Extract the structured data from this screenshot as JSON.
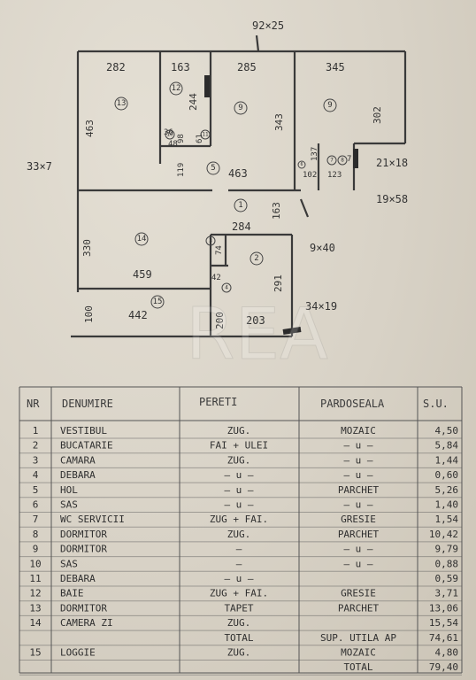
{
  "plan": {
    "dims": {
      "top_label": "92×25",
      "r13_w": "282",
      "r12_w": "163",
      "r9a_w": "285",
      "r9b_w": "345",
      "r13_h": "463",
      "r12_h": "244",
      "r9a_h": "343",
      "r9b_h": "302",
      "c36": "36",
      "c48": "48",
      "c98": "98",
      "c61": "61",
      "c119": "119",
      "c463": "463",
      "c137": "137",
      "c102": "102",
      "c123": "123",
      "c7": "7",
      "c21x18": "21×18",
      "c19x58": "19×58",
      "c33x7": "33×7",
      "c163": "163",
      "c284": "284",
      "c9x40": "9×40",
      "r14_h": "330",
      "r14_w": "459",
      "c74": "74",
      "c42": "42",
      "c291": "291",
      "c200": "200",
      "c203": "203",
      "r15_h": "100",
      "r15_w": "442",
      "c34x19": "34×19"
    },
    "rooms": [
      "13",
      "12",
      "9",
      "9",
      "10",
      "11",
      "5",
      "6",
      "7",
      "8",
      "1",
      "14",
      "2",
      "3",
      "4",
      "15"
    ]
  },
  "table": {
    "headers": {
      "nr": "NR",
      "name": "DENUMIRE",
      "walls": "PERETI",
      "floor": "PARDOSEALA",
      "area": "S.U."
    },
    "rows": [
      {
        "nr": "1",
        "name": "VESTIBUL",
        "walls": "ZUG.",
        "floor": "MOZAIC",
        "area": "4,50"
      },
      {
        "nr": "2",
        "name": "BUCATARIE",
        "walls": "FAI + ULEI",
        "floor": "— u —",
        "area": "5,84"
      },
      {
        "nr": "3",
        "name": "CAMARA",
        "walls": "ZUG.",
        "floor": "— u —",
        "area": "1,44"
      },
      {
        "nr": "4",
        "name": "DEBARA",
        "walls": "— u —",
        "floor": "— u —",
        "area": "0,60"
      },
      {
        "nr": "5",
        "name": "HOL",
        "walls": "— u —",
        "floor": "PARCHET",
        "area": "5,26"
      },
      {
        "nr": "6",
        "name": "SAS",
        "walls": "— u —",
        "floor": "— u —",
        "area": "1,40"
      },
      {
        "nr": "7",
        "name": "WC SERVICII",
        "walls": "ZUG + FAI.",
        "floor": "GRESIE",
        "area": "1,54"
      },
      {
        "nr": "8",
        "name": "DORMITOR",
        "walls": "ZUG.",
        "floor": "PARCHET",
        "area": "10,42"
      },
      {
        "nr": "9",
        "name": "DORMITOR",
        "walls": "—",
        "floor": "— u —",
        "area": "9,79"
      },
      {
        "nr": "10",
        "name": "SAS",
        "walls": "—",
        "floor": "— u —",
        "area": "0,88"
      },
      {
        "nr": "11",
        "name": "DEBARA",
        "walls": "— u —",
        "floor": "",
        "area": "0,59"
      },
      {
        "nr": "12",
        "name": "BAIE",
        "walls": "ZUG + FAI.",
        "floor": "GRESIE",
        "area": "3,71"
      },
      {
        "nr": "13",
        "name": "DORMITOR",
        "walls": "TAPET",
        "floor": "PARCHET",
        "area": "13,06"
      },
      {
        "nr": "14",
        "name": "CAMERA ZI",
        "walls": "ZUG.",
        "floor": "",
        "area": "15,54"
      },
      {
        "nr": "",
        "name": "",
        "walls": "TOTAL",
        "floor": "SUP. UTILA AP",
        "area": "74,61"
      },
      {
        "nr": "15",
        "name": "LOGGIE",
        "walls": "ZUG.",
        "floor": "MOZAIC",
        "area": "4,80"
      },
      {
        "nr": "",
        "name": "",
        "walls": "",
        "floor": "TOTAL",
        "area": "79,40"
      }
    ]
  },
  "watermark": "REA"
}
